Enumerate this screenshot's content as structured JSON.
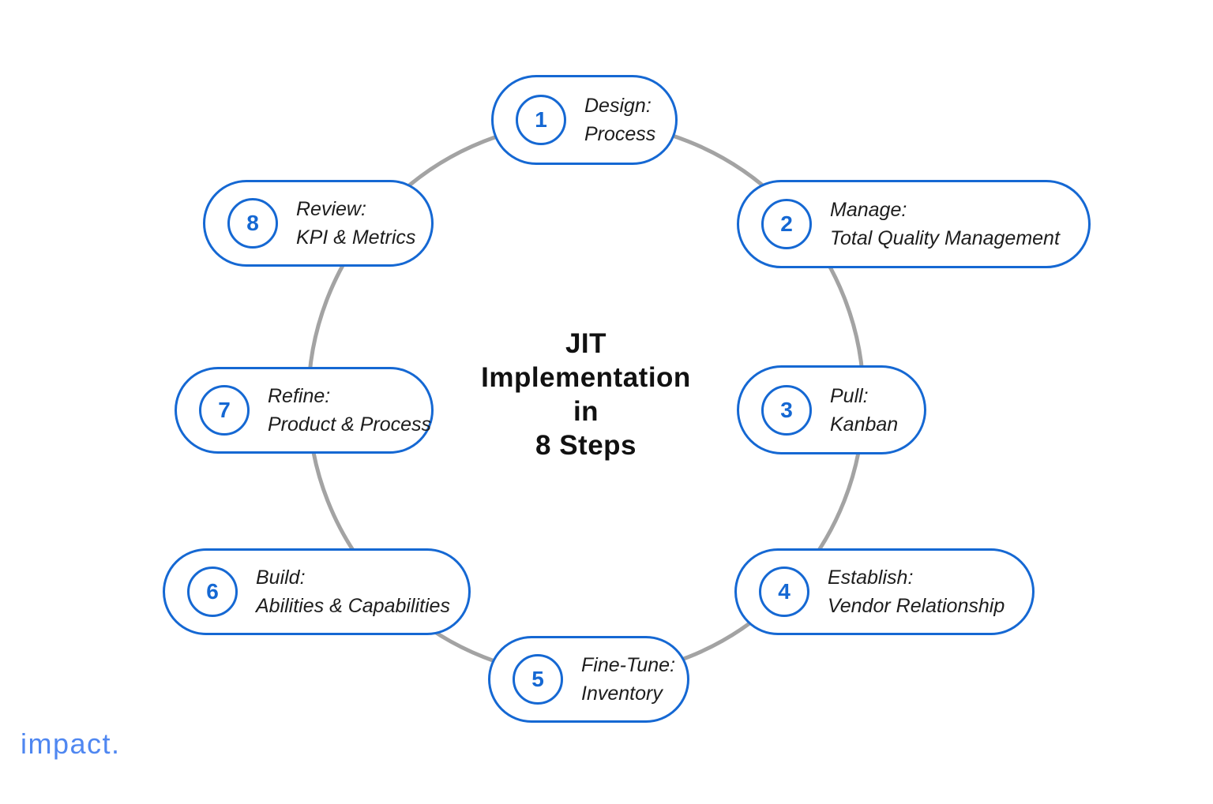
{
  "title": {
    "lines": [
      "JIT",
      "Implementation",
      "in",
      "8 Steps"
    ]
  },
  "steps": [
    {
      "number": "1",
      "action": "Design:",
      "detail": "Process"
    },
    {
      "number": "2",
      "action": "Manage:",
      "detail": "Total Quality Management"
    },
    {
      "number": "3",
      "action": "Pull:",
      "detail": "Kanban"
    },
    {
      "number": "4",
      "action": "Establish:",
      "detail": "Vendor Relationship"
    },
    {
      "number": "5",
      "action": "Fine-Tune:",
      "detail": "Inventory"
    },
    {
      "number": "6",
      "action": "Build:",
      "detail": "Abilities & Capabilities"
    },
    {
      "number": "7",
      "action": "Refine:",
      "detail": "Product & Process"
    },
    {
      "number": "8",
      "action": "Review:",
      "detail": "KPI & Metrics"
    }
  ],
  "logo": {
    "text": "impact."
  },
  "colors": {
    "accent_blue": "#1568d3",
    "ring_gray": "#a3a3a3",
    "text_dark": "#1d1d1d",
    "logo_blue": "#4f87f1",
    "background": "#ffffff"
  }
}
